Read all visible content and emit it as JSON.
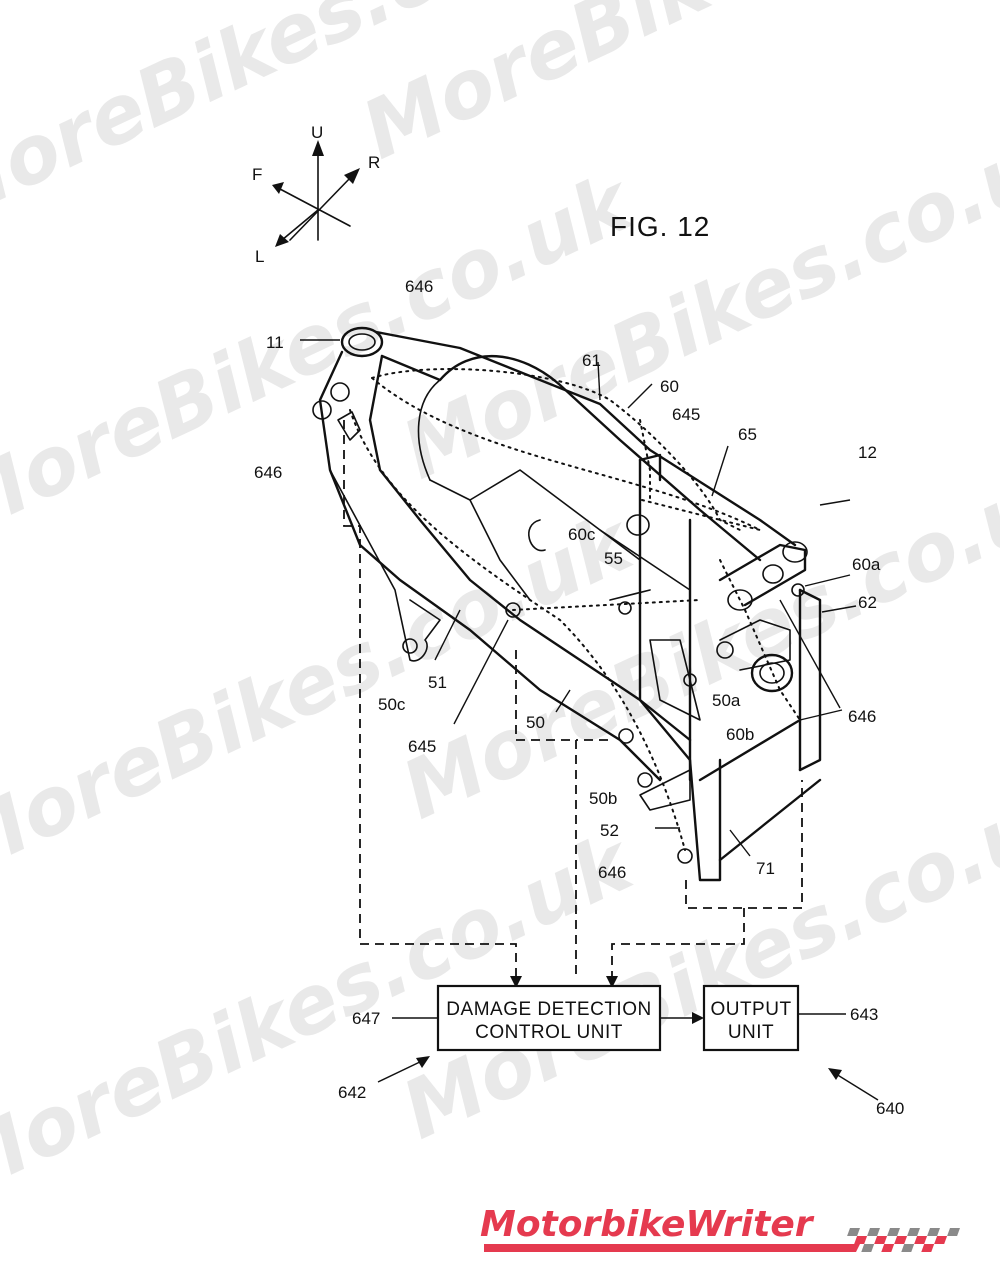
{
  "figure": {
    "title": "FIG. 12",
    "directions": {
      "up": "U",
      "front": "F",
      "rear": "R",
      "left": "L"
    }
  },
  "labels": {
    "l11": "11",
    "l12": "12",
    "l646_top": "646",
    "l646_left": "646",
    "l646_right": "646",
    "l646_bottom": "646",
    "l61": "61",
    "l60": "60",
    "l645_top": "645",
    "l645_bottom": "645",
    "l65": "65",
    "l60c": "60c",
    "l55": "55",
    "l60a": "60a",
    "l62": "62",
    "l51": "51",
    "l50c": "50c",
    "l50": "50",
    "l50a": "50a",
    "l60b": "60b",
    "l50b": "50b",
    "l52": "52",
    "l71": "71",
    "l647": "647",
    "l643": "643",
    "l642": "642",
    "l640": "640"
  },
  "blocks": {
    "damage_detection": [
      "DAMAGE DETECTION",
      "CONTROL UNIT"
    ],
    "output": [
      "OUTPUT",
      "UNIT"
    ]
  },
  "watermark": {
    "site": "MoreBikes.co.uk",
    "logo": "MotorbikeWriter",
    "logo_color": "#e53a4f"
  }
}
